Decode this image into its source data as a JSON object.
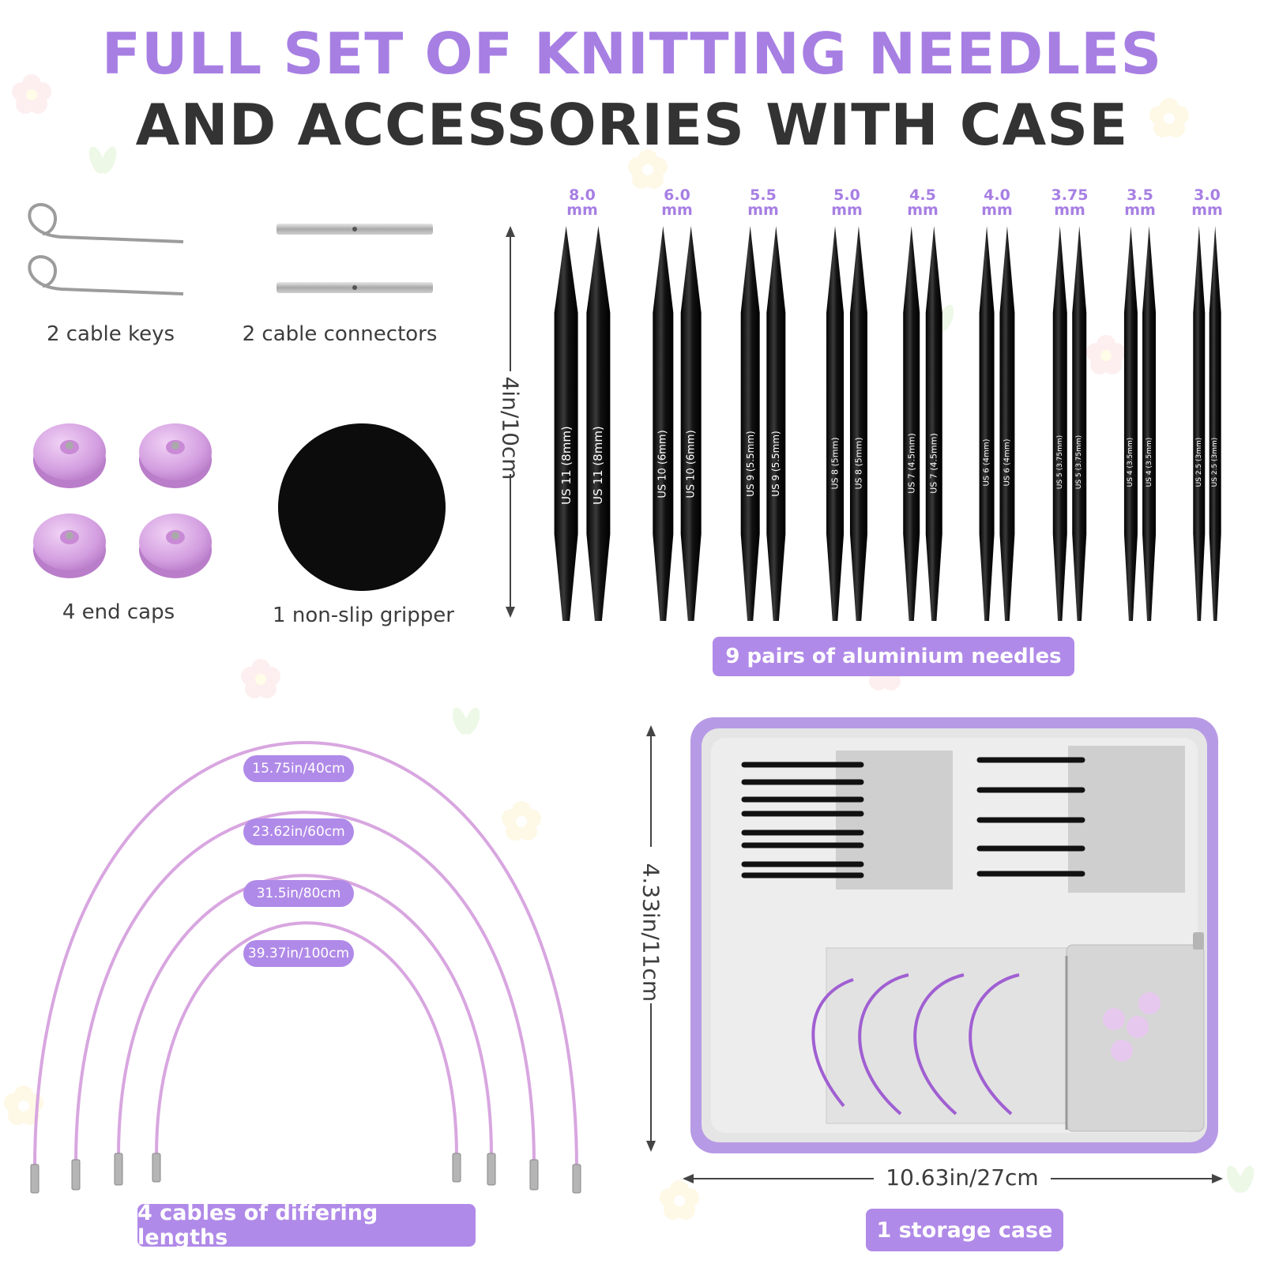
{
  "title": {
    "line1": "FULL SET OF KNITTING NEEDLES",
    "line2": "AND ACCESSORIES WITH CASE"
  },
  "items": {
    "cable_keys": "2 cable keys",
    "cable_connectors": "2 cable connectors",
    "end_caps": "4 end caps",
    "gripper": "1 non-slip gripper"
  },
  "needles": {
    "pill": "9 pairs of aluminium needles",
    "height_label": "4in/10cm",
    "sizes": [
      {
        "value": "8.0",
        "unit": "mm",
        "stamp": "US 11 (8mm)"
      },
      {
        "value": "6.0",
        "unit": "mm",
        "stamp": "US 10 (6mm)"
      },
      {
        "value": "5.5",
        "unit": "mm",
        "stamp": "US 9 (5.5mm)"
      },
      {
        "value": "5.0",
        "unit": "mm",
        "stamp": "US 8 (5mm)"
      },
      {
        "value": "4.5",
        "unit": "mm",
        "stamp": "US 7 (4.5mm)"
      },
      {
        "value": "4.0",
        "unit": "mm",
        "stamp": "US 6 (4mm)"
      },
      {
        "value": "3.75",
        "unit": "mm",
        "stamp": "US 5 (3.75mm)"
      },
      {
        "value": "3.5",
        "unit": "mm",
        "stamp": "US 4 (3.5mm)"
      },
      {
        "value": "3.0",
        "unit": "mm",
        "stamp": "US 2.5 (3mm)"
      }
    ]
  },
  "cables": {
    "pill": "4 cables of differing lengths",
    "lengths": [
      "15.75in/40cm",
      "23.62in/60cm",
      "31.5in/80cm",
      "39.37in/100cm"
    ]
  },
  "case": {
    "pill": "1 storage case",
    "height_label": "4.33in/11cm",
    "width_label": "10.63in/27cm"
  },
  "colors": {
    "accent": "#b08ae8",
    "title_purple": "#a77fe3",
    "dark_text": "#333333",
    "end_cap": "#d9a6e6",
    "cable": "#d8a6e0",
    "case_purple": "#b79ae6"
  }
}
